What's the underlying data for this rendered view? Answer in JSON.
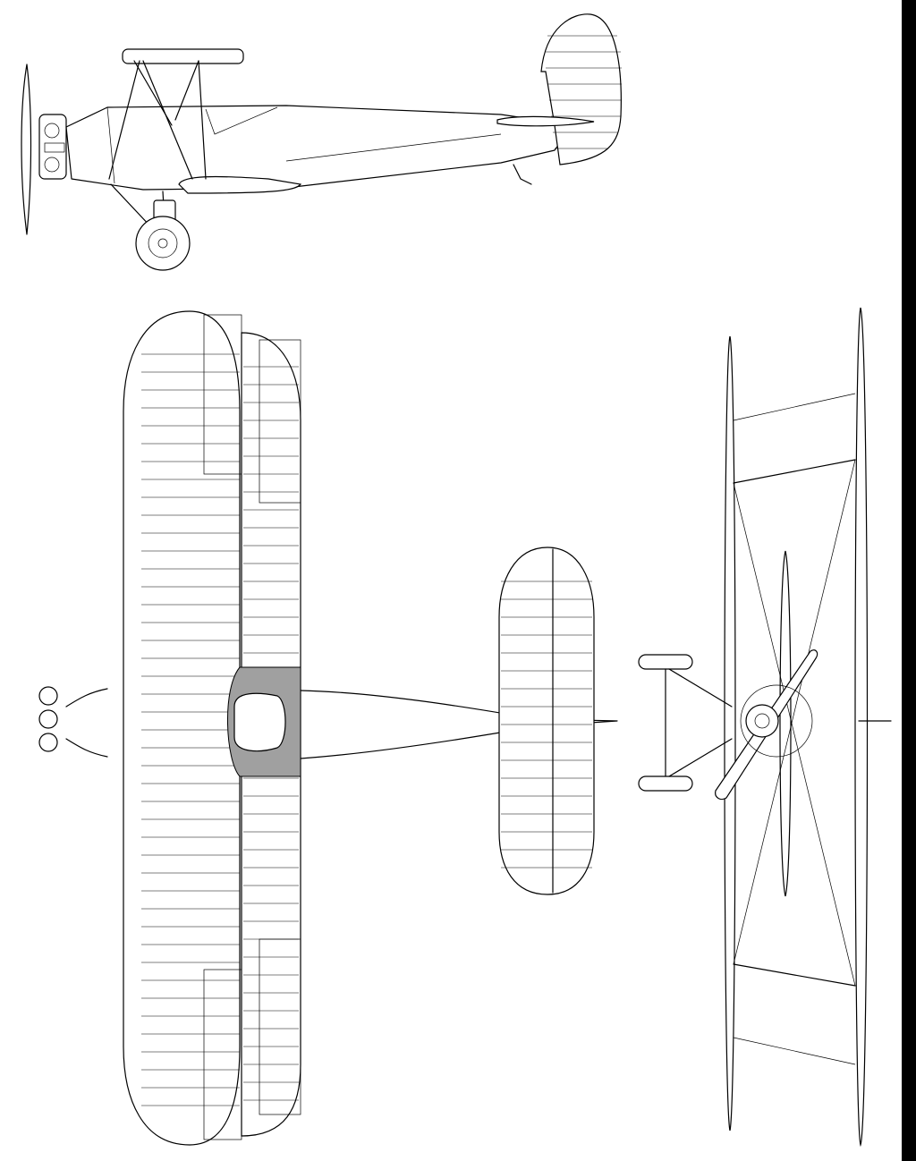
{
  "drawing": {
    "views": [
      "side-view",
      "plan-view",
      "front-view"
    ]
  },
  "colors": {
    "line": "#000000",
    "background": "#ffffff",
    "center_section": "#a0a0a0",
    "edge_bar": "#000000"
  }
}
